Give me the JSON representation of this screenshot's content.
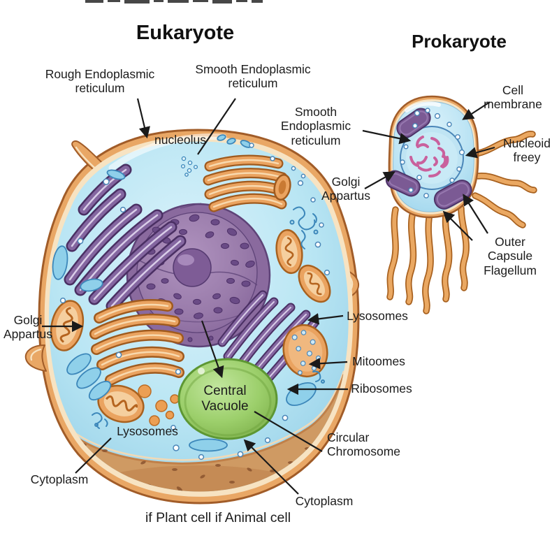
{
  "titles": {
    "eukaryote": "Eukaryote",
    "prokaryote": "Prokaryote"
  },
  "caption": "if Plant cell if Animal cell",
  "eukaryote": {
    "labels": {
      "rough_er": "Rough Endoplasmic\nreticulum",
      "smooth_er": "Smooth Endoplasmic\nreticulum",
      "nucleolus": "nucleolus",
      "golgi": "Golgi\nAppartus",
      "lysosomes_left": "Lysosomes",
      "cytoplasm_left": "Cytoplasm",
      "lysosomes_right": "Lysosomes",
      "mitoomes": "Mitoomes",
      "ribosomes": "Ribosomes",
      "circular_chromosome": "Circular\nChromosome",
      "cytoplasm_right": "Cytoplasm",
      "central_vacuole": "Central\nVacuole"
    }
  },
  "prokaryote": {
    "labels": {
      "cell_membrane": "Cell membrane",
      "smooth_er": "Smooth\nEndoplasmic\nreticulum",
      "nucleoid": "Nucleoid\nfreey",
      "golgi": "Golgi\nAppartus",
      "outer_capsule": "Outer Capsule\nFlagellum"
    }
  },
  "colors": {
    "background": "#ffffff",
    "membrane_orange": "#e9a765",
    "membrane_outline": "#a15c28",
    "membrane_inner_cream": "#f7e3c2",
    "cytosol_blue": "#a5dbee",
    "cytosol_bottom_tan": "#cf9a63",
    "nucleus_purple": "#8a6a9e",
    "organelle_purple": "#7e6099",
    "organelle_orange": "#eaa360",
    "vesicle_blue": "#8fd0ea",
    "vacuole_green": "#8bc356",
    "nucleoid_pink": "#cf6fa5",
    "label_text": "#1c1c1c"
  }
}
